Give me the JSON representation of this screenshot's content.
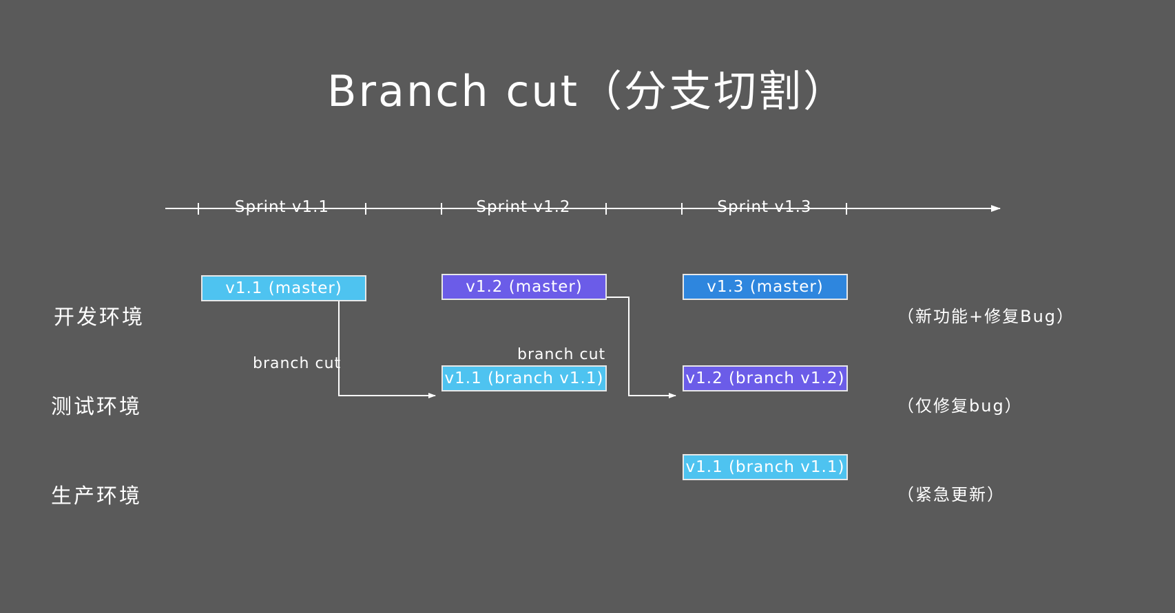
{
  "title": "Branch cut（分支切割）",
  "background_color": "#5a5a5a",
  "timeline": {
    "axis_label": "timeline-axis",
    "sprints": [
      {
        "label": "Sprint v1.1"
      },
      {
        "label": "Sprint v1.2"
      },
      {
        "label": "Sprint v1.3"
      }
    ]
  },
  "rows": [
    {
      "label": "开发环境",
      "annotation": "（新功能+修复Bug）"
    },
    {
      "label": "测试环境",
      "annotation": "（仅修复bug）"
    },
    {
      "label": "生产环境",
      "annotation": "（紧急更新）"
    }
  ],
  "nodes": {
    "dev_v11": {
      "text": "v1.1 (master)",
      "color": "#4ec3f0"
    },
    "dev_v12": {
      "text": "v1.2 (master)",
      "color": "#6b5ce8"
    },
    "dev_v13": {
      "text": "v1.3 (master)",
      "color": "#2e86de"
    },
    "test_v11": {
      "text": "v1.1 (branch v1.1)",
      "color": "#4ec3f0"
    },
    "test_v12": {
      "text": "v1.2 (branch v1.2)",
      "color": "#6b5ce8"
    },
    "prod_v11": {
      "text": "v1.1 (branch v1.1)",
      "color": "#4ec3f0"
    }
  },
  "connectors": [
    {
      "label": "branch cut"
    },
    {
      "label": "branch cut"
    }
  ]
}
